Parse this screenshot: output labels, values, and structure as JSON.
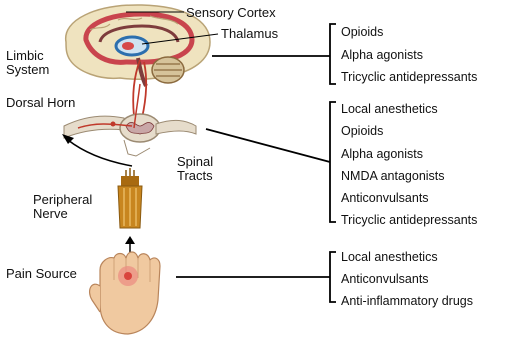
{
  "labels": {
    "sensory_cortex": "Sensory Cortex",
    "thalamus": "Thalamus",
    "limbic_line1": "Limbic",
    "limbic_line2": "System",
    "dorsal_horn": "Dorsal Horn",
    "spinal_line1": "Spinal",
    "spinal_line2": "Tracts",
    "peripheral_line1": "Peripheral",
    "peripheral_line2": "Nerve",
    "pain_source": "Pain Source"
  },
  "drug_groups": [
    {
      "target": "Brain",
      "drugs": [
        "Opioids",
        "Alpha agonists",
        "Tricyclic antidepressants"
      ]
    },
    {
      "target": "Spinal Tracts",
      "drugs": [
        "Local anesthetics",
        "Opioids",
        "Alpha agonists",
        "NMDA antagonists",
        "Anticonvulsants",
        "Tricyclic antidepressants"
      ]
    },
    {
      "target": "Pain Source",
      "drugs": [
        "Local anesthetics",
        "Anticonvulsants",
        "Anti-inflammatory drugs"
      ]
    }
  ],
  "colors": {
    "brain_outer": "#efe3bf",
    "brain_inner": "#c9444d",
    "pathway": "#c0392b",
    "cord": "#e6dccb",
    "nerve": "#c8861f",
    "skin": "#f0c9a0",
    "wound": "#d9443d",
    "lines": "#000000"
  }
}
